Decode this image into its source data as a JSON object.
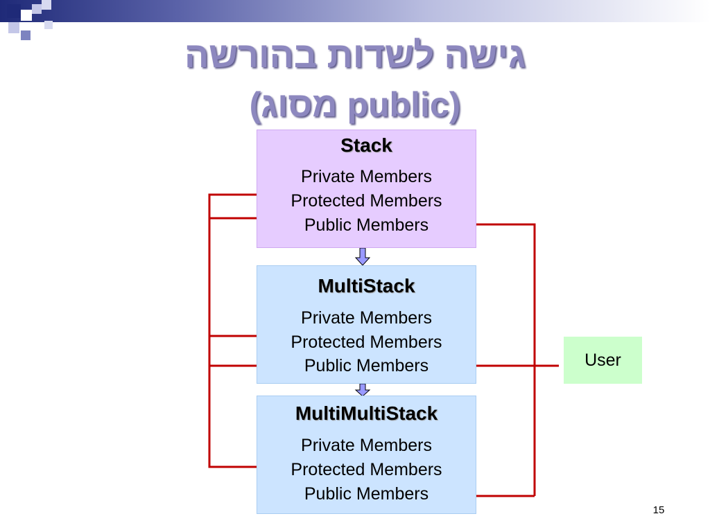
{
  "slide": {
    "title_line1": "גישה לשדות בהורשה",
    "title_line2": "(public מסוג)",
    "page_number": "15"
  },
  "boxes": {
    "stack": {
      "name": "Stack",
      "private": "Private Members",
      "protected": "Protected Members",
      "public": "Public Members"
    },
    "multistack": {
      "name": "MultiStack",
      "private": "Private Members",
      "protected": "Protected Members",
      "public": "Public Members"
    },
    "multimultistack": {
      "name": "MultiMultiStack",
      "private": "Private Members",
      "protected": "Protected Members",
      "public": "Public Members"
    },
    "user": {
      "name": "User"
    }
  },
  "colors": {
    "title": "#8d88bf",
    "stack_fill": "#e6ccff",
    "derived_fill": "#cce4ff",
    "user_fill": "#ccffcc",
    "arrow": "#c00000",
    "inherit_arrow": "#9999ff",
    "banner_dark": "#1f2a78"
  }
}
